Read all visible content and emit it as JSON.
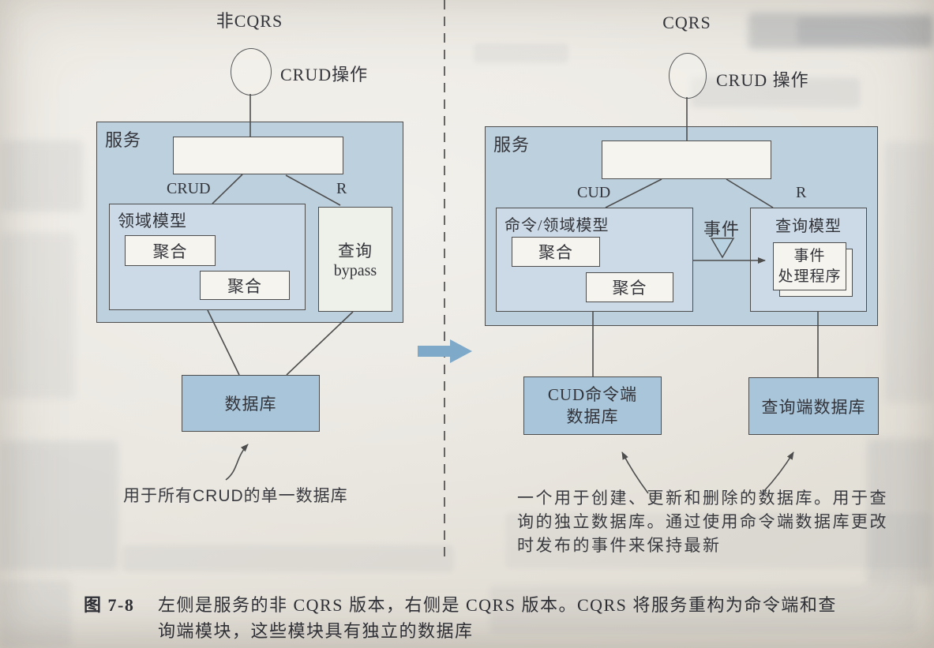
{
  "page": {
    "caption": {
      "label": "图 7-8",
      "line1": "左侧是服务的非 CQRS 版本，右侧是 CQRS 版本。CQRS 将服务重构为命令端和查",
      "line2": "询端模块，这些模块具有独立的数据库"
    }
  },
  "left": {
    "title": "非CQRS",
    "actor_label": "CRUD操作",
    "service_label": "服务",
    "edge_crud": "CRUD",
    "edge_r": "R",
    "domain_model_label": "领域模型",
    "aggregate1": "聚合",
    "aggregate2": "聚合",
    "query_bypass_line1": "查询",
    "query_bypass_line2": "bypass",
    "database_label": "数据库",
    "annotation": "用于所有CRUD的单一数据库"
  },
  "right": {
    "title": "CQRS",
    "actor_label": "CRUD 操作",
    "service_label": "服务",
    "edge_cud": "CUD",
    "edge_r": "R",
    "command_model_label": "命令/领域模型",
    "aggregate1": "聚合",
    "aggregate2": "聚合",
    "event_label": "事件",
    "query_model_label": "查询模型",
    "event_handler_line1": "事件",
    "event_handler_line2": "处理程序",
    "command_db_line1": "CUD命令端",
    "command_db_line2": "数据库",
    "query_db_label": "查询端数据库",
    "annotation_line1": "一个用于创建、更新和删除的数据库。用于查",
    "annotation_line2": "询的独立数据库。通过使用命令端数据库更改",
    "annotation_line3": "时发布的事件来保持最新"
  },
  "colors": {
    "paper": "#e9e6df",
    "ink": "#33343a",
    "line": "#4d4d4d",
    "box_border": "#4d4d4d",
    "service_fill": "#bdd0de",
    "model_fill": "#cbdae6",
    "white_fill": "#f6f4ee",
    "bypass_fill": "#eef0ea",
    "db_fill": "#a8c5da",
    "arrow_blue": "#7ea9c9",
    "triangle_fill": "#b9d2e2"
  }
}
